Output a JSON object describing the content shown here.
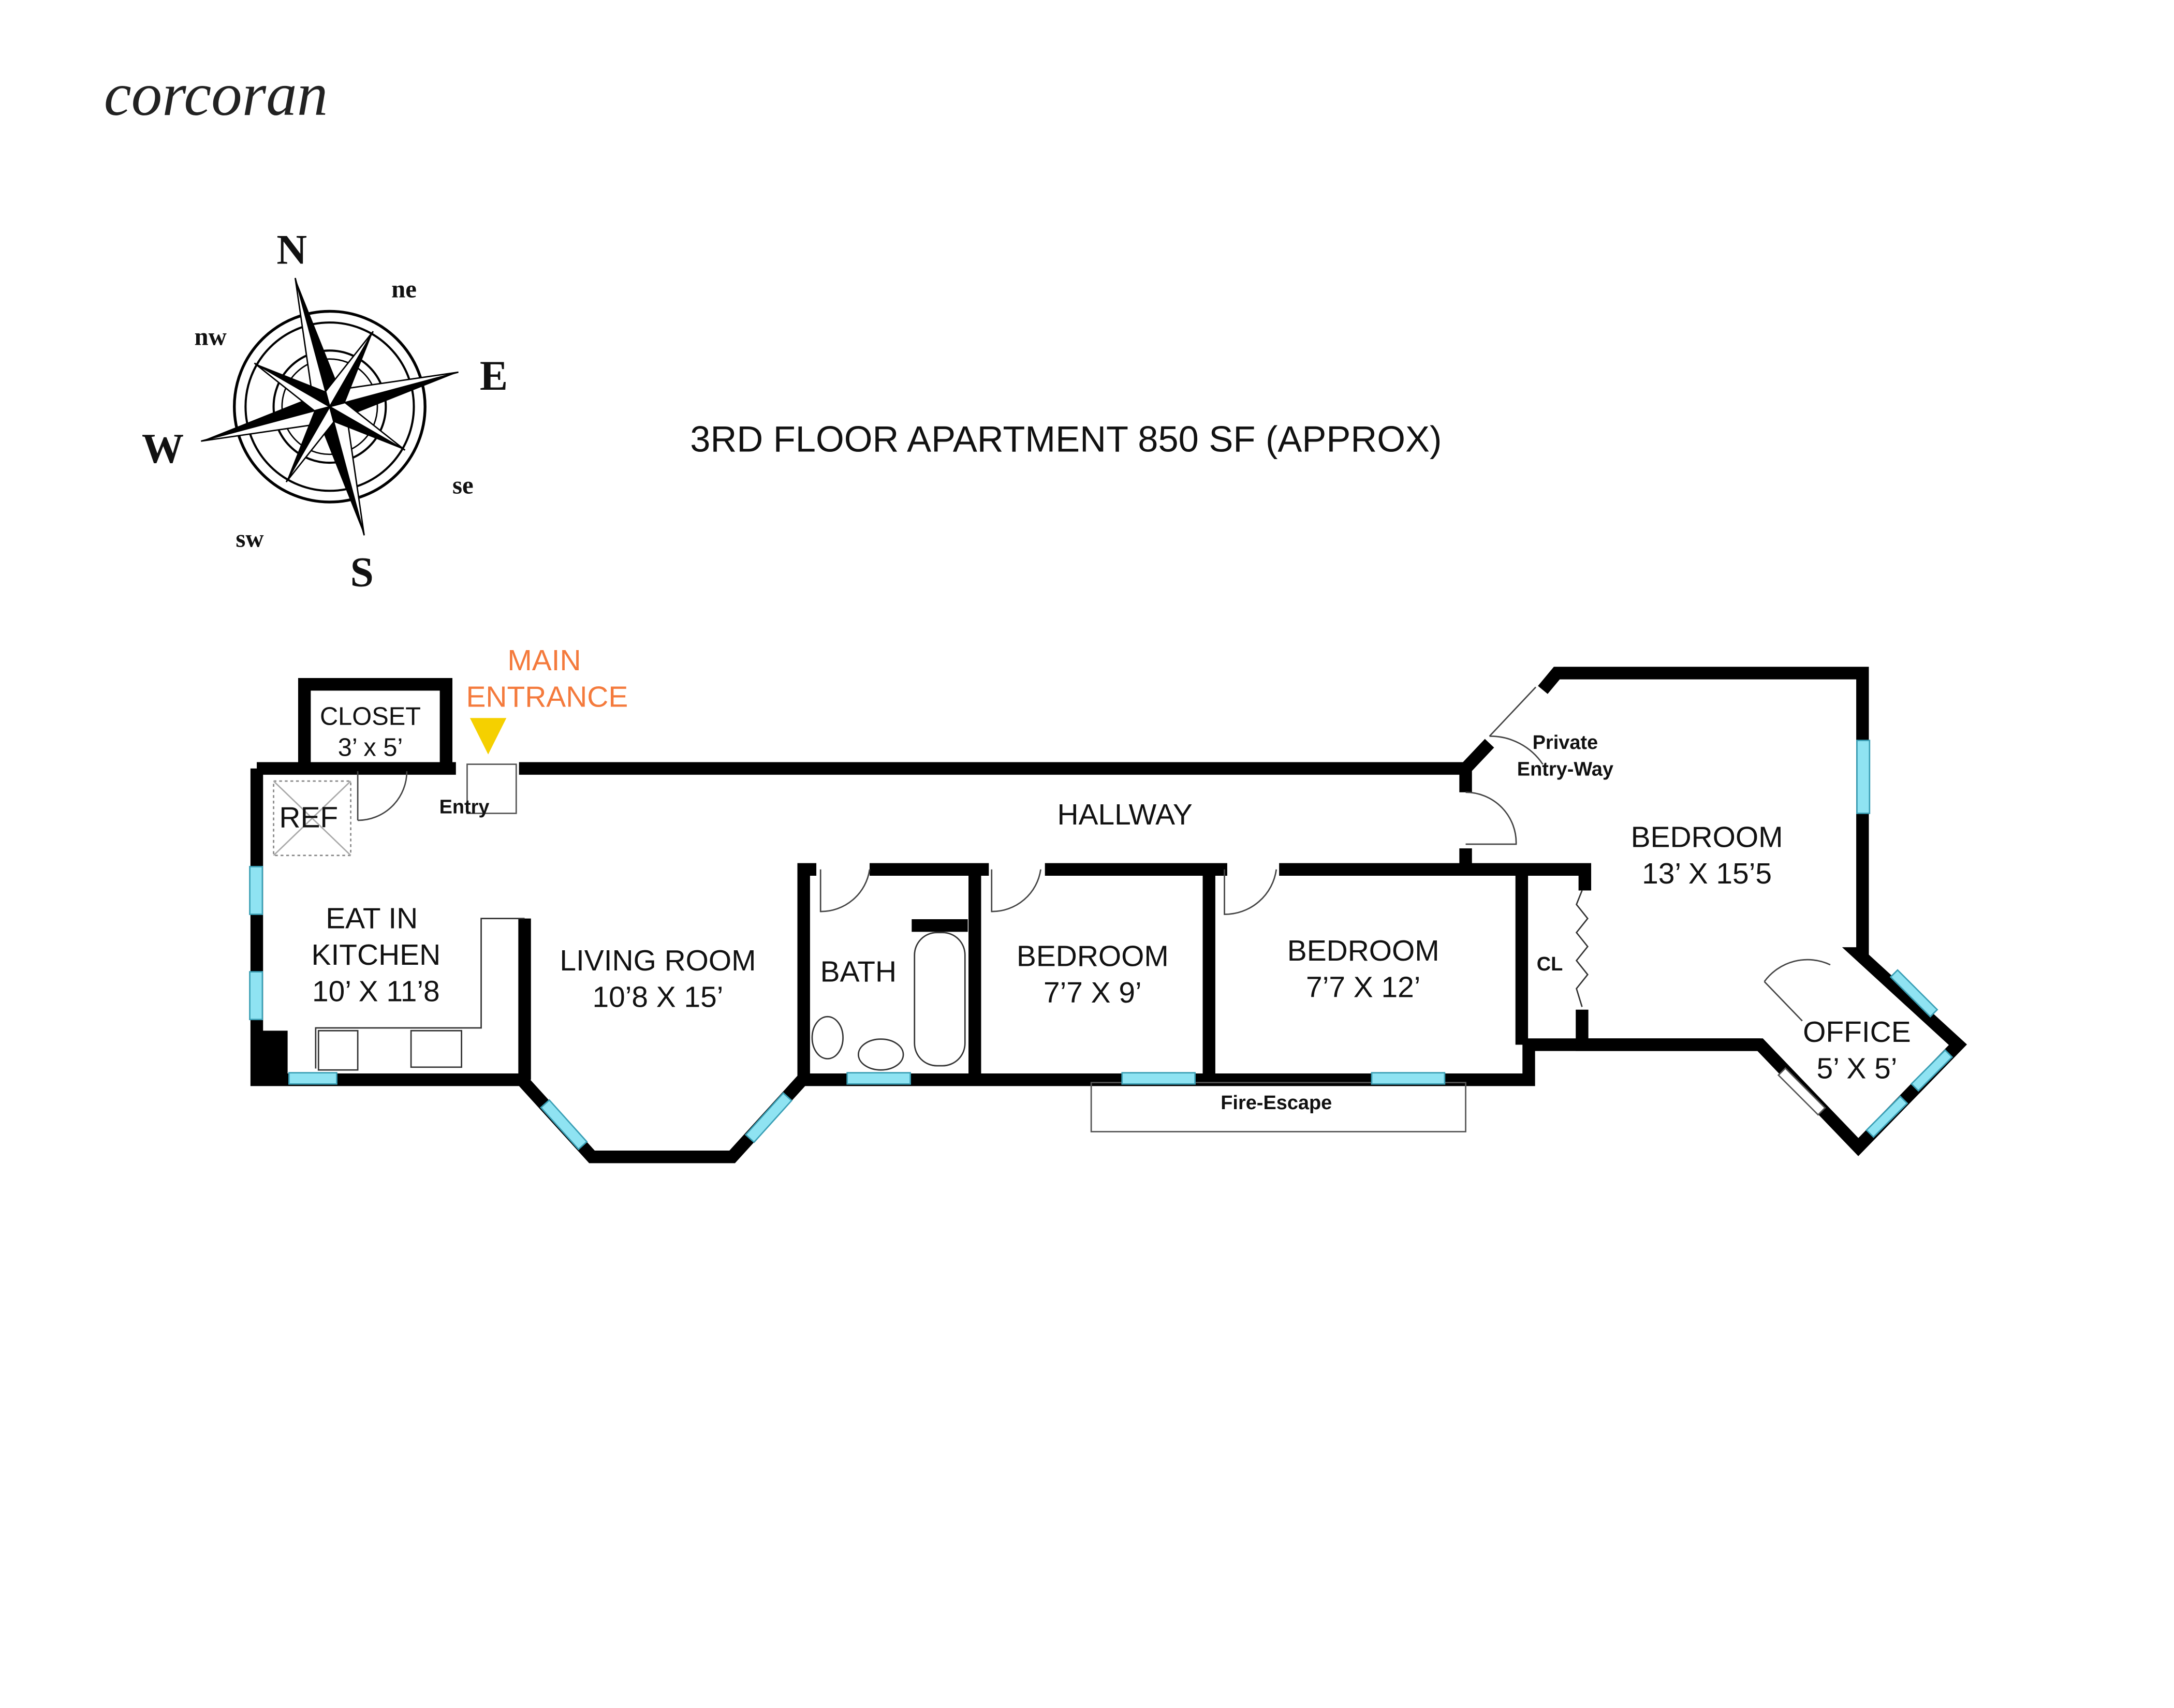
{
  "brand": "corcoran",
  "title": "3RD FLOOR APARTMENT 850 SF (APPROX)",
  "compass": {
    "n": "N",
    "e": "E",
    "s": "S",
    "w": "W",
    "ne": "ne",
    "nw": "nw",
    "se": "se",
    "sw": "sw"
  },
  "entrance": {
    "line1": "MAIN",
    "line2": "ENTRANCE",
    "color": "#f47a3c",
    "marker_color": "#f5d000"
  },
  "rooms": {
    "closet": {
      "name": "CLOSET",
      "dims": "3’ x 5’"
    },
    "ref": "REF",
    "entry": "Entry",
    "hallway": "HALLWAY",
    "kitchen": {
      "l1": "EAT IN",
      "l2": "KITCHEN",
      "dims": "10’ X 11’8"
    },
    "living": {
      "name": "LIVING ROOM",
      "dims": "10’8 X 15’"
    },
    "bath": "BATH",
    "bedroom1": {
      "name": "BEDROOM",
      "dims": "7’7 X 9’"
    },
    "bedroom2": {
      "name": "BEDROOM",
      "dims": "7’7 X 12’"
    },
    "cl": "CL",
    "bedroom3": {
      "name": "BEDROOM",
      "dims": "13’ X 15’5"
    },
    "private": {
      "l1": "Private",
      "l2": "Entry-Way"
    },
    "office": {
      "name": "OFFICE",
      "dims": "5’ X 5’"
    },
    "fire_escape": "Fire-Escape"
  },
  "window_color": "#8fe3f2"
}
